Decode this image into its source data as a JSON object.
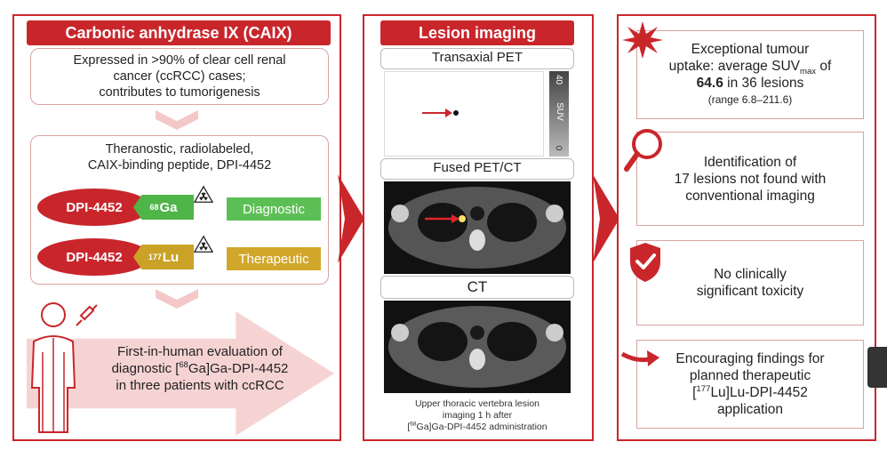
{
  "left": {
    "title": "Carbonic anhydrase IX (CAIX)",
    "expressed": [
      "Expressed in >90% of clear cell renal",
      "cancer (ccRCC) cases;",
      "contributes to tumorigenesis"
    ],
    "theranostic": [
      "Theranostic, radiolabeled,",
      "CAIX-binding peptide, DPI-4452"
    ],
    "row1": {
      "drug": "DPI-4452",
      "iso_mass": "68",
      "iso_sym": "Ga",
      "tag": "Diagnostic"
    },
    "row2": {
      "drug": "DPI-4452",
      "iso_mass": "177",
      "iso_sym": "Lu",
      "tag": "Therapeutic"
    },
    "evaluation": {
      "line1": "First-in-human evaluation of",
      "line2_pre": "diagnostic [",
      "line2_mass": "68",
      "line2_post": "Ga]Ga-DPI-4452",
      "line3": "in three patients with ccRCC"
    }
  },
  "middle": {
    "title": "Lesion imaging",
    "pet_label": "Transaxial PET",
    "suv_top": "40",
    "suv_label": "SUV",
    "suv_bottom": "0",
    "fused_label": "Fused PET/CT",
    "ct_label": "CT",
    "caption_l1": "Upper thoracic vertebra lesion",
    "caption_l2": "imaging 1 h after",
    "caption_l3_mass": "68",
    "caption_l3_post": "Ga]Ga-DPI-4452 administration"
  },
  "right": {
    "box1": {
      "l1": "Exceptional tumour",
      "l2_pre": "uptake: average SUV",
      "l2_sub": "max",
      "l2_post": " of",
      "l3_bold": "64.6",
      "l3_post": " in 36 lesions",
      "l4": "(range 6.8–211.6)"
    },
    "box2": [
      "Identification of",
      "17 lesions not found with",
      "conventional imaging"
    ],
    "box3": [
      "No clinically",
      "significant toxicity"
    ],
    "box4": {
      "l1": "Encouraging findings for",
      "l2": "planned therapeutic",
      "l3_mass": "177",
      "l3_post": "Lu]Lu-DPI-4452",
      "l4": "application"
    }
  },
  "colors": {
    "accent_red": "#c9262c",
    "diagnostic_green": "#5cbf55",
    "therapeutic_gold": "#d1a72b",
    "light_pink": "#f6d3d3"
  },
  "icons": [
    "radiation-icon",
    "patient-icon",
    "syringe-icon",
    "starburst-icon",
    "magnifier-icon",
    "shield-check-icon",
    "arrow-icon"
  ]
}
